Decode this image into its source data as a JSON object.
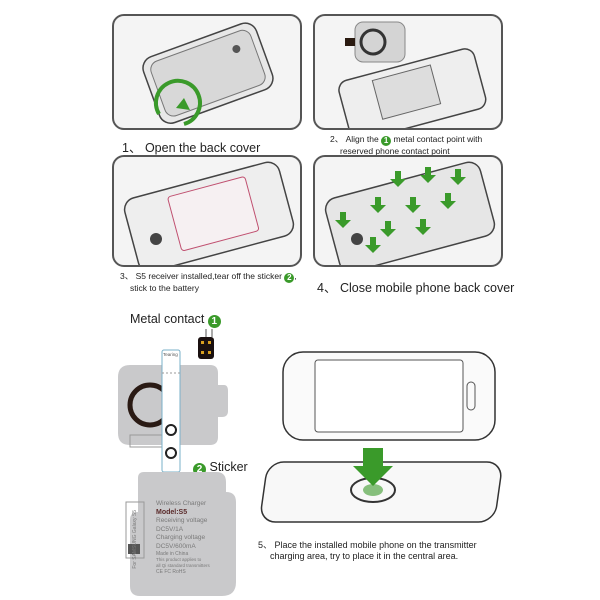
{
  "steps": [
    {
      "number": "1、",
      "text": "Open the back cover"
    },
    {
      "number": "2、",
      "text_before": "Align the",
      "badge": "1",
      "text_after": "metal contact point with",
      "line2": "reserved phone contact point"
    },
    {
      "number": "3、",
      "text_before": "S5 receiver installed,tear off the sticker",
      "badge": "2",
      "text_after": ",",
      "line2": "stick to the battery"
    },
    {
      "number": "4、",
      "text": "Close mobile phone back cover"
    },
    {
      "number": "5、",
      "line1": "Place the installed mobile phone on the transmitter",
      "line2": "charging area, try to place it in the central area."
    }
  ],
  "labels": {
    "metal_contact": "Metal contact",
    "metal_badge": "1",
    "sticker": "Sticker",
    "sticker_badge": "2",
    "tearing": "Tearing"
  },
  "receiver_card": {
    "side_text": "For SAMSUNG Galaxy S5",
    "title": "Wireless Charger",
    "model": "Model:S5",
    "receiving_label": "Receiving voltage",
    "receiving_value": "DC5V/1A",
    "charging_label": "Charging voltage",
    "charging_value": "DC5V/600mA",
    "made_in": "Made in China",
    "applies_1": "This product applies to",
    "applies_2": "all Qi standard transmitters",
    "certs": "CE FC RoHS"
  },
  "colors": {
    "accent_green": "#3a9a2a",
    "panel_border": "#555555",
    "card_gray": "#c9c9cb"
  }
}
